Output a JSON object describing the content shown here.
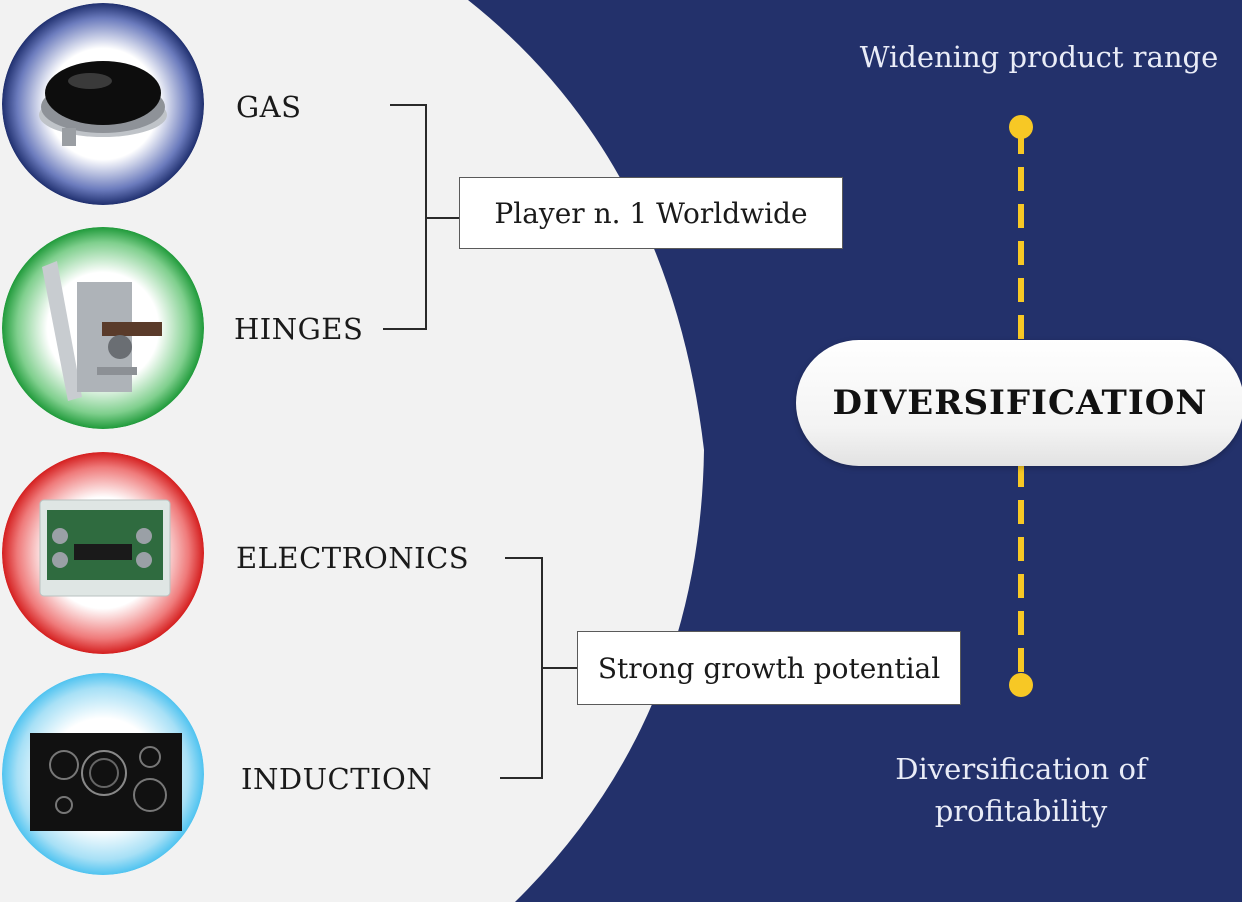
{
  "products": [
    {
      "label": "GAS",
      "icon": "gas-burner-icon",
      "ring_color": "#1f2f6e"
    },
    {
      "label": "HINGES",
      "icon": "oven-hinge-icon",
      "ring_color": "#1f9a3a"
    },
    {
      "label": "ELECTRONICS",
      "icon": "electronic-control-board-icon",
      "ring_color": "#d41e1e"
    },
    {
      "label": "INDUCTION",
      "icon": "induction-hob-icon",
      "ring_color": "#4fc3f0"
    }
  ],
  "callouts": {
    "top": "Player n. 1 Worldwide",
    "bottom": "Strong growth potential"
  },
  "diversification": {
    "center_label": "DIVERSIFICATION",
    "top_text": "Widening product range",
    "bottom_text": "Diversification of profitability",
    "accent_color": "#f7c825"
  },
  "colors": {
    "background_navy": "#23316b",
    "panel_light": "#f2f2f2"
  }
}
